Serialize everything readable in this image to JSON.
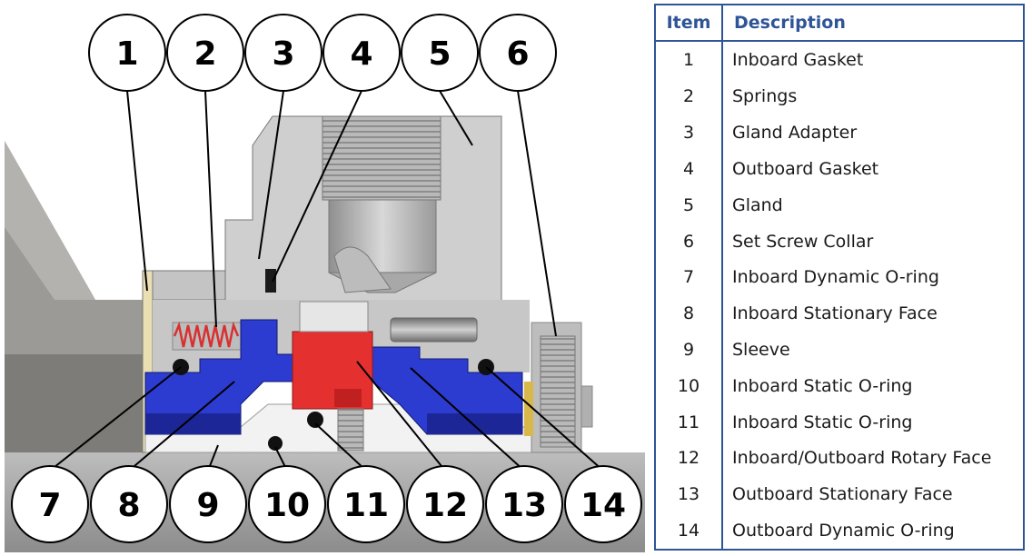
{
  "diagram": {
    "callouts": [
      "1",
      "2",
      "3",
      "4",
      "5",
      "6",
      "7",
      "8",
      "9",
      "10",
      "11",
      "12",
      "13",
      "14"
    ],
    "colors": {
      "housing": "#9b9a97",
      "gland": "#cfcfcf",
      "gland_adapter": "#c4c4c4",
      "rotary_face": "#e53030",
      "stationary_face": "#2c3cd0",
      "stationary_face_dark": "#1c2696",
      "sleeve": "#f2f2f2",
      "shaft": "#a8a8a8",
      "gasket": "#e9dfb3",
      "springs": "#d83030"
    }
  },
  "legend": {
    "headers": {
      "item": "Item",
      "description": "Description"
    },
    "rows": [
      {
        "item": "1",
        "description": "Inboard Gasket"
      },
      {
        "item": "2",
        "description": "Springs"
      },
      {
        "item": "3",
        "description": "Gland Adapter"
      },
      {
        "item": "4",
        "description": "Outboard Gasket"
      },
      {
        "item": "5",
        "description": "Gland"
      },
      {
        "item": "6",
        "description": "Set Screw Collar"
      },
      {
        "item": "7",
        "description": "Inboard Dynamic O-ring"
      },
      {
        "item": "8",
        "description": "Inboard Stationary Face"
      },
      {
        "item": "9",
        "description": "Sleeve"
      },
      {
        "item": "10",
        "description": "Inboard Static O-ring"
      },
      {
        "item": "11",
        "description": "Inboard Static O-ring"
      },
      {
        "item": "12",
        "description": "Inboard/Outboard Rotary Face"
      },
      {
        "item": "13",
        "description": "Outboard Stationary Face"
      },
      {
        "item": "14",
        "description": "Outboard Dynamic O-ring"
      }
    ]
  }
}
